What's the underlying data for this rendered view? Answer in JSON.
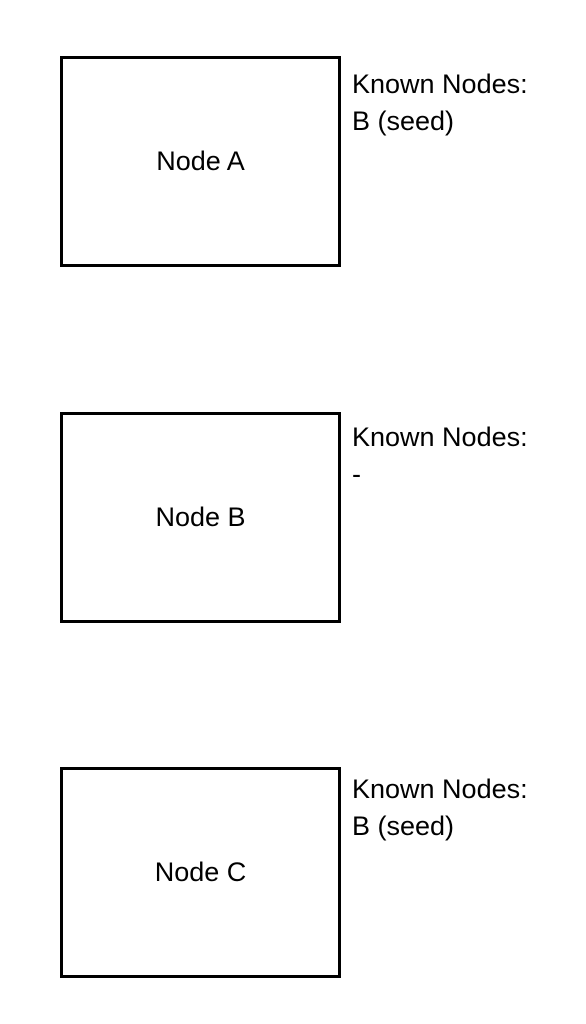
{
  "nodes": [
    {
      "label": "Node A",
      "known_title": "Known Nodes:",
      "known_value": "B (seed)"
    },
    {
      "label": "Node B",
      "known_title": "Known Nodes:",
      "known_value": "-"
    },
    {
      "label": "Node C",
      "known_title": "Known Nodes:",
      "known_value": "B (seed)"
    }
  ]
}
